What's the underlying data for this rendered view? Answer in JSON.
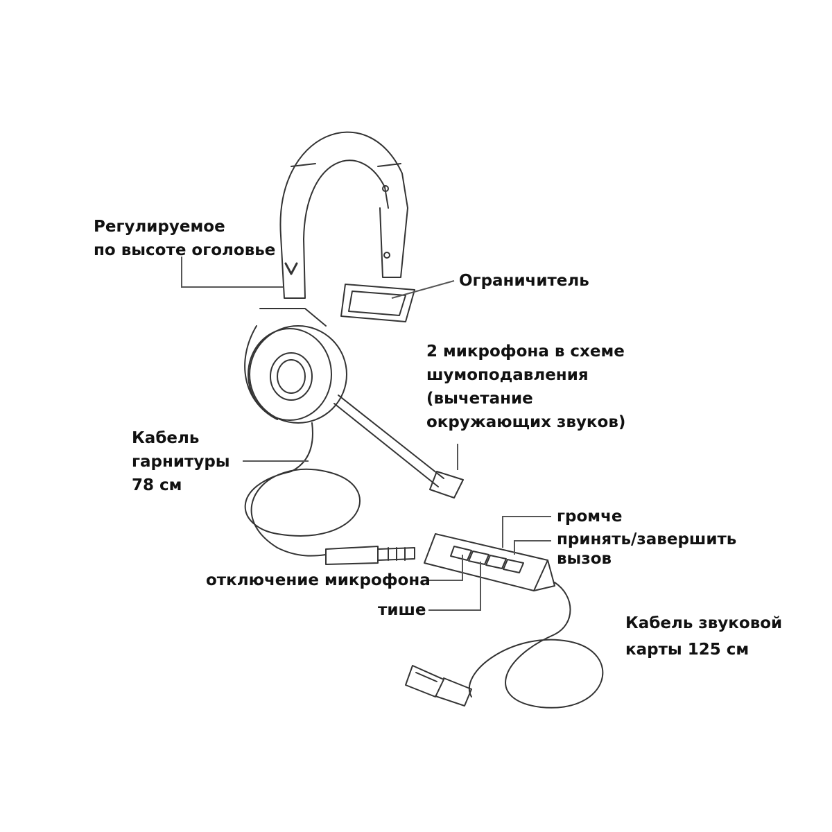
{
  "labels": {
    "headband": [
      "Регулируемое",
      "по высоте оголовье"
    ],
    "limiter": "Ограничитель",
    "microphones": [
      "2 микрофона в схеме",
      "шумоподавления",
      "(вычетание",
      "окружающих звуков)"
    ],
    "headset_cable": [
      "Кабель",
      "гарнитуры",
      "78 см"
    ],
    "volume_up": "громче",
    "call": [
      "принять/завершить",
      "вызов"
    ],
    "mute": "отключение микрофона",
    "volume_down": "тише",
    "soundcard_cable": [
      "Кабель звуковой",
      "карты 125 см"
    ]
  },
  "colors": {
    "ink": "#111111",
    "line": "#555555",
    "device": "#333333"
  }
}
